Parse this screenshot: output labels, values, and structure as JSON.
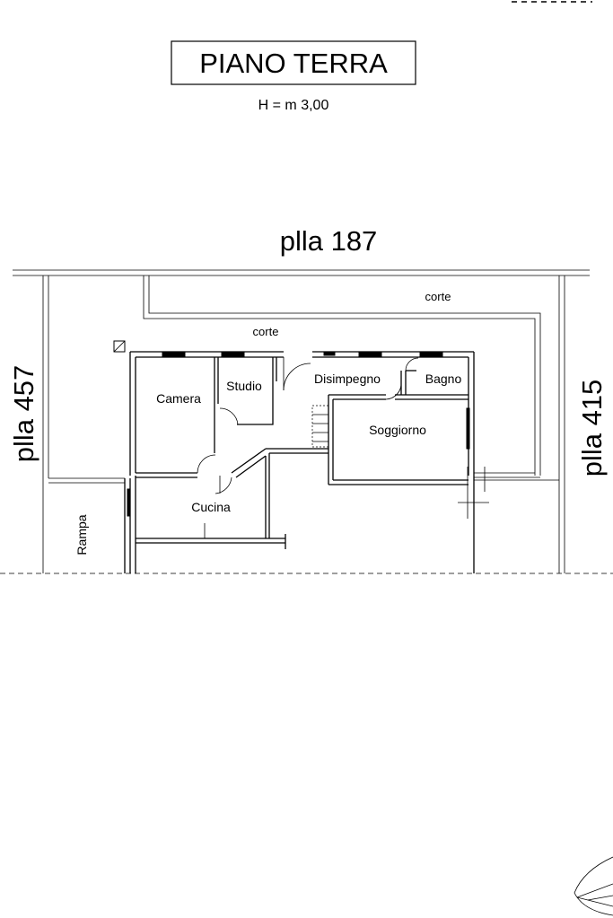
{
  "title": "PIANO TERRA",
  "height_note": "H = m 3,00",
  "neighbors": {
    "top": "plla 187",
    "left": "plla 457",
    "right": "plla 415"
  },
  "courtyard_labels": [
    "corte",
    "corte"
  ],
  "rooms": {
    "camera": "Camera",
    "studio": "Studio",
    "disimpegno": "Disimpegno",
    "bagno": "Bagno",
    "soggiorno": "Soggiorno",
    "cucina": "Cucina",
    "rampa": "Rampa"
  }
}
